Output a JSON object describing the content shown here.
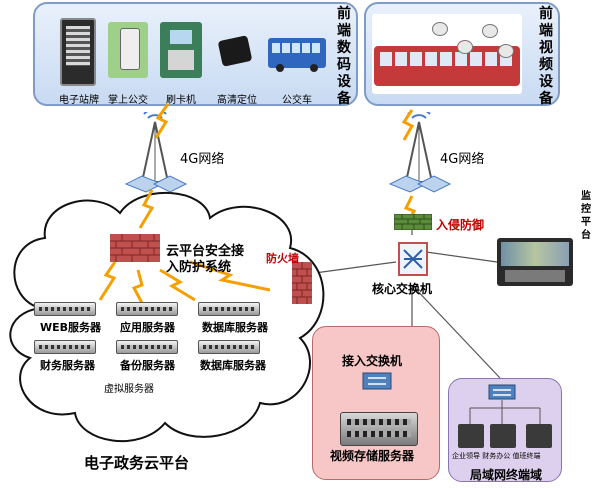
{
  "front_digital": {
    "title_chars": [
      "前",
      "端",
      "数",
      "码",
      "设",
      "备"
    ],
    "devices": [
      "电子站牌",
      "掌上公交",
      "刷卡机",
      "高清定位",
      "公交车"
    ]
  },
  "front_video": {
    "title_chars": [
      "前",
      "端",
      "视",
      "频",
      "设",
      "备"
    ]
  },
  "network": {
    "left_label": "4G网络",
    "right_label": "4G网络"
  },
  "security": {
    "cloud_access": "云平台安全接入防护系统",
    "cloud_access_line1": "云平台安全接",
    "cloud_access_line2": "入防护系统",
    "firewall": "防火墙",
    "intrusion": "入侵防御"
  },
  "servers": {
    "web": "WEB服务器",
    "app": "应用服务器",
    "db1": "数据库服务器",
    "finance": "财务服务器",
    "backup": "备份服务器",
    "db2": "数据库服务器",
    "virtual": "虚拟服务器"
  },
  "cloud_title": "电子政务云平台",
  "core_switch": "核心交换机",
  "monitor": {
    "chars": [
      "监",
      "控",
      "平",
      "台"
    ]
  },
  "access": {
    "switch": "接入交换机",
    "storage": "视频存储服务器"
  },
  "lan": {
    "title": "局域网终端域",
    "terminals": "企业领导 财务办公 值班终端"
  },
  "colors": {
    "panel_border": "#7f9cc8",
    "access_bg": "#f7c6c6",
    "lan_bg": "#ddd0ee",
    "firewall": "#c0504d",
    "lightning": "#f5a000"
  }
}
